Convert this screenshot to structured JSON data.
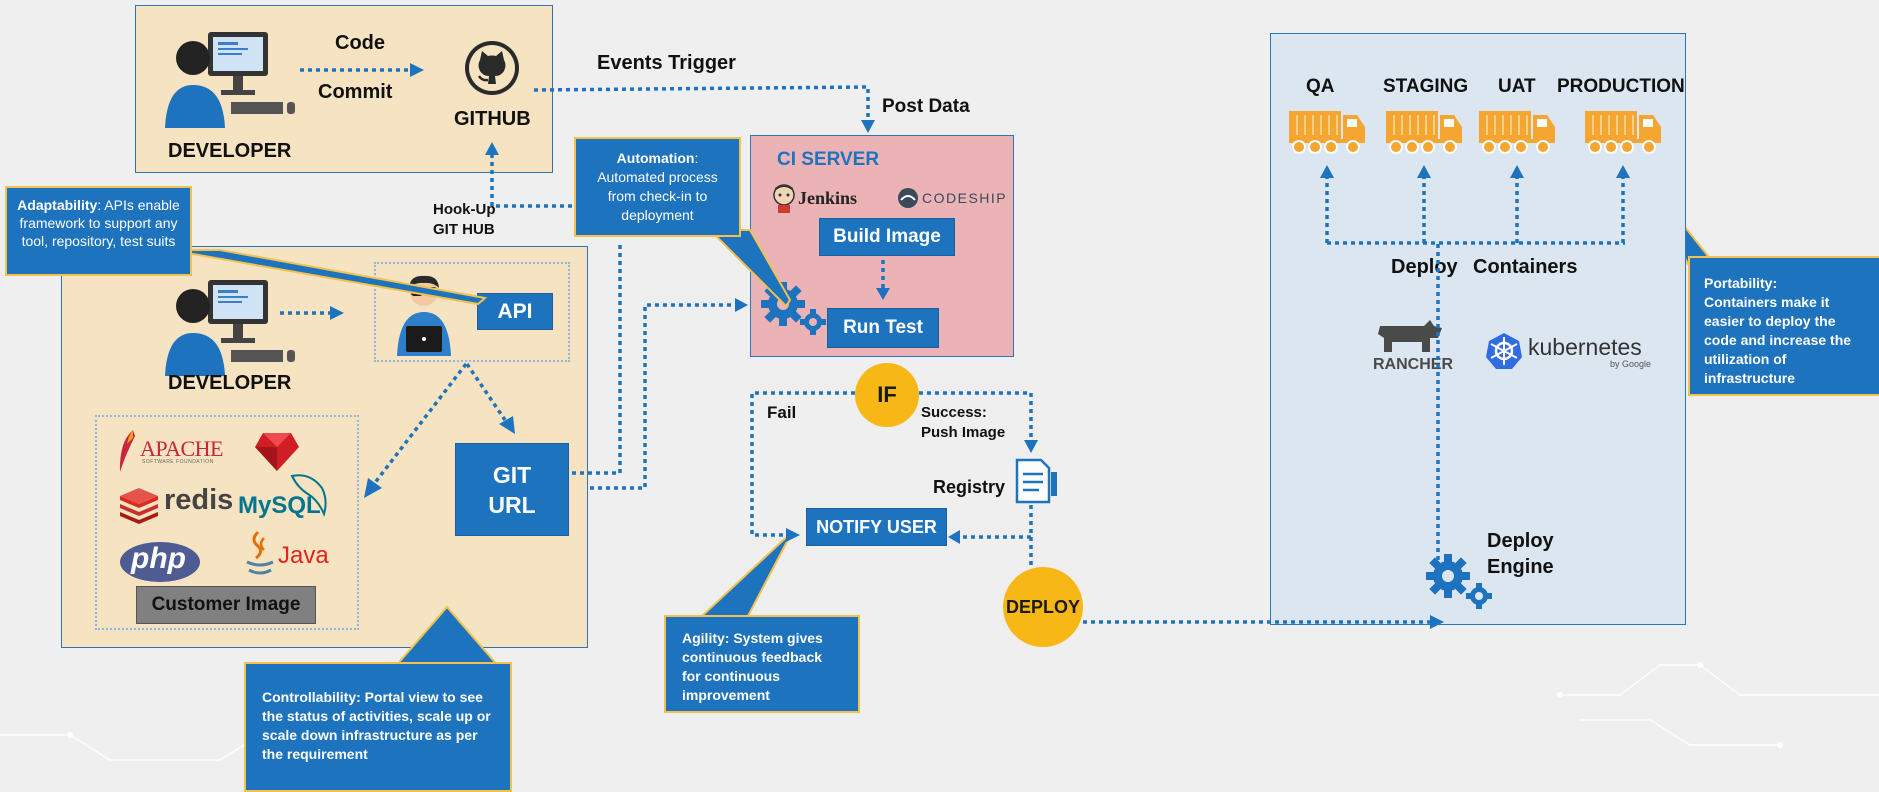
{
  "top": {
    "developer_label": "DEVELOPER",
    "code_label": "Code",
    "commit_label": "Commit",
    "github_label": "GITHUB",
    "events_trigger": "Events Trigger",
    "post_data": "Post Data",
    "hookup_line1": "Hook-Up",
    "hookup_line2": "GIT HUB"
  },
  "callouts": {
    "adaptability_title": "Adaptability",
    "adaptability_text": ": APIs enable framework to support any tool, repository, test suits",
    "automation_title": "Automation",
    "automation_text": ": Automated process from check-in to deployment",
    "controllability": "Controllability: Portal view to see the status of activities, scale up or scale down infrastructure as per the requirement",
    "agility": "Agility: System gives continuous feedback for continuous improvement",
    "portability_title": "Portability:",
    "portability_text": "Containers make it easier to deploy the code and increase the utilization of infrastructure"
  },
  "portal": {
    "developer_label": "DEVELOPER",
    "api_label": "API",
    "git_url_line1": "GIT",
    "git_url_line2": "URL",
    "customer_image": "Customer Image",
    "logos": {
      "apache": "APACHE",
      "apache_sub": "SOFTWARE FOUNDATION",
      "redis": "redis",
      "mysql": "MySQL",
      "php": "php",
      "java": "Java"
    }
  },
  "ci": {
    "title": "CI SERVER",
    "jenkins": "Jenkins",
    "codeship": "CODESHIP",
    "build_image": "Build Image",
    "run_test": "Run Test"
  },
  "flow": {
    "if_label": "IF",
    "fail_label": "Fail",
    "success_line1": "Success:",
    "success_line2": "Push Image",
    "registry_label": "Registry",
    "notify_user": "NOTIFY USER",
    "deploy_label": "DEPLOY"
  },
  "deploy_panel": {
    "environments": [
      "QA",
      "STAGING",
      "UAT",
      "PRODUCTION"
    ],
    "deploy_containers_1": "Deploy",
    "deploy_containers_2": "Containers",
    "rancher": "RANCHER",
    "kubernetes": "kubernetes",
    "kubernetes_sub": "by Google",
    "deploy_engine_1": "Deploy",
    "deploy_engine_2": "Engine"
  },
  "colors": {
    "accent_blue": "#1e73be",
    "tan_panel": "#f5e3c2",
    "blue_panel": "#dce6f1",
    "ci_panel": "#ecb3b6",
    "yellow": "#f6b717",
    "truck_orange": "#f4a630",
    "callout_border": "#f2c14e"
  }
}
